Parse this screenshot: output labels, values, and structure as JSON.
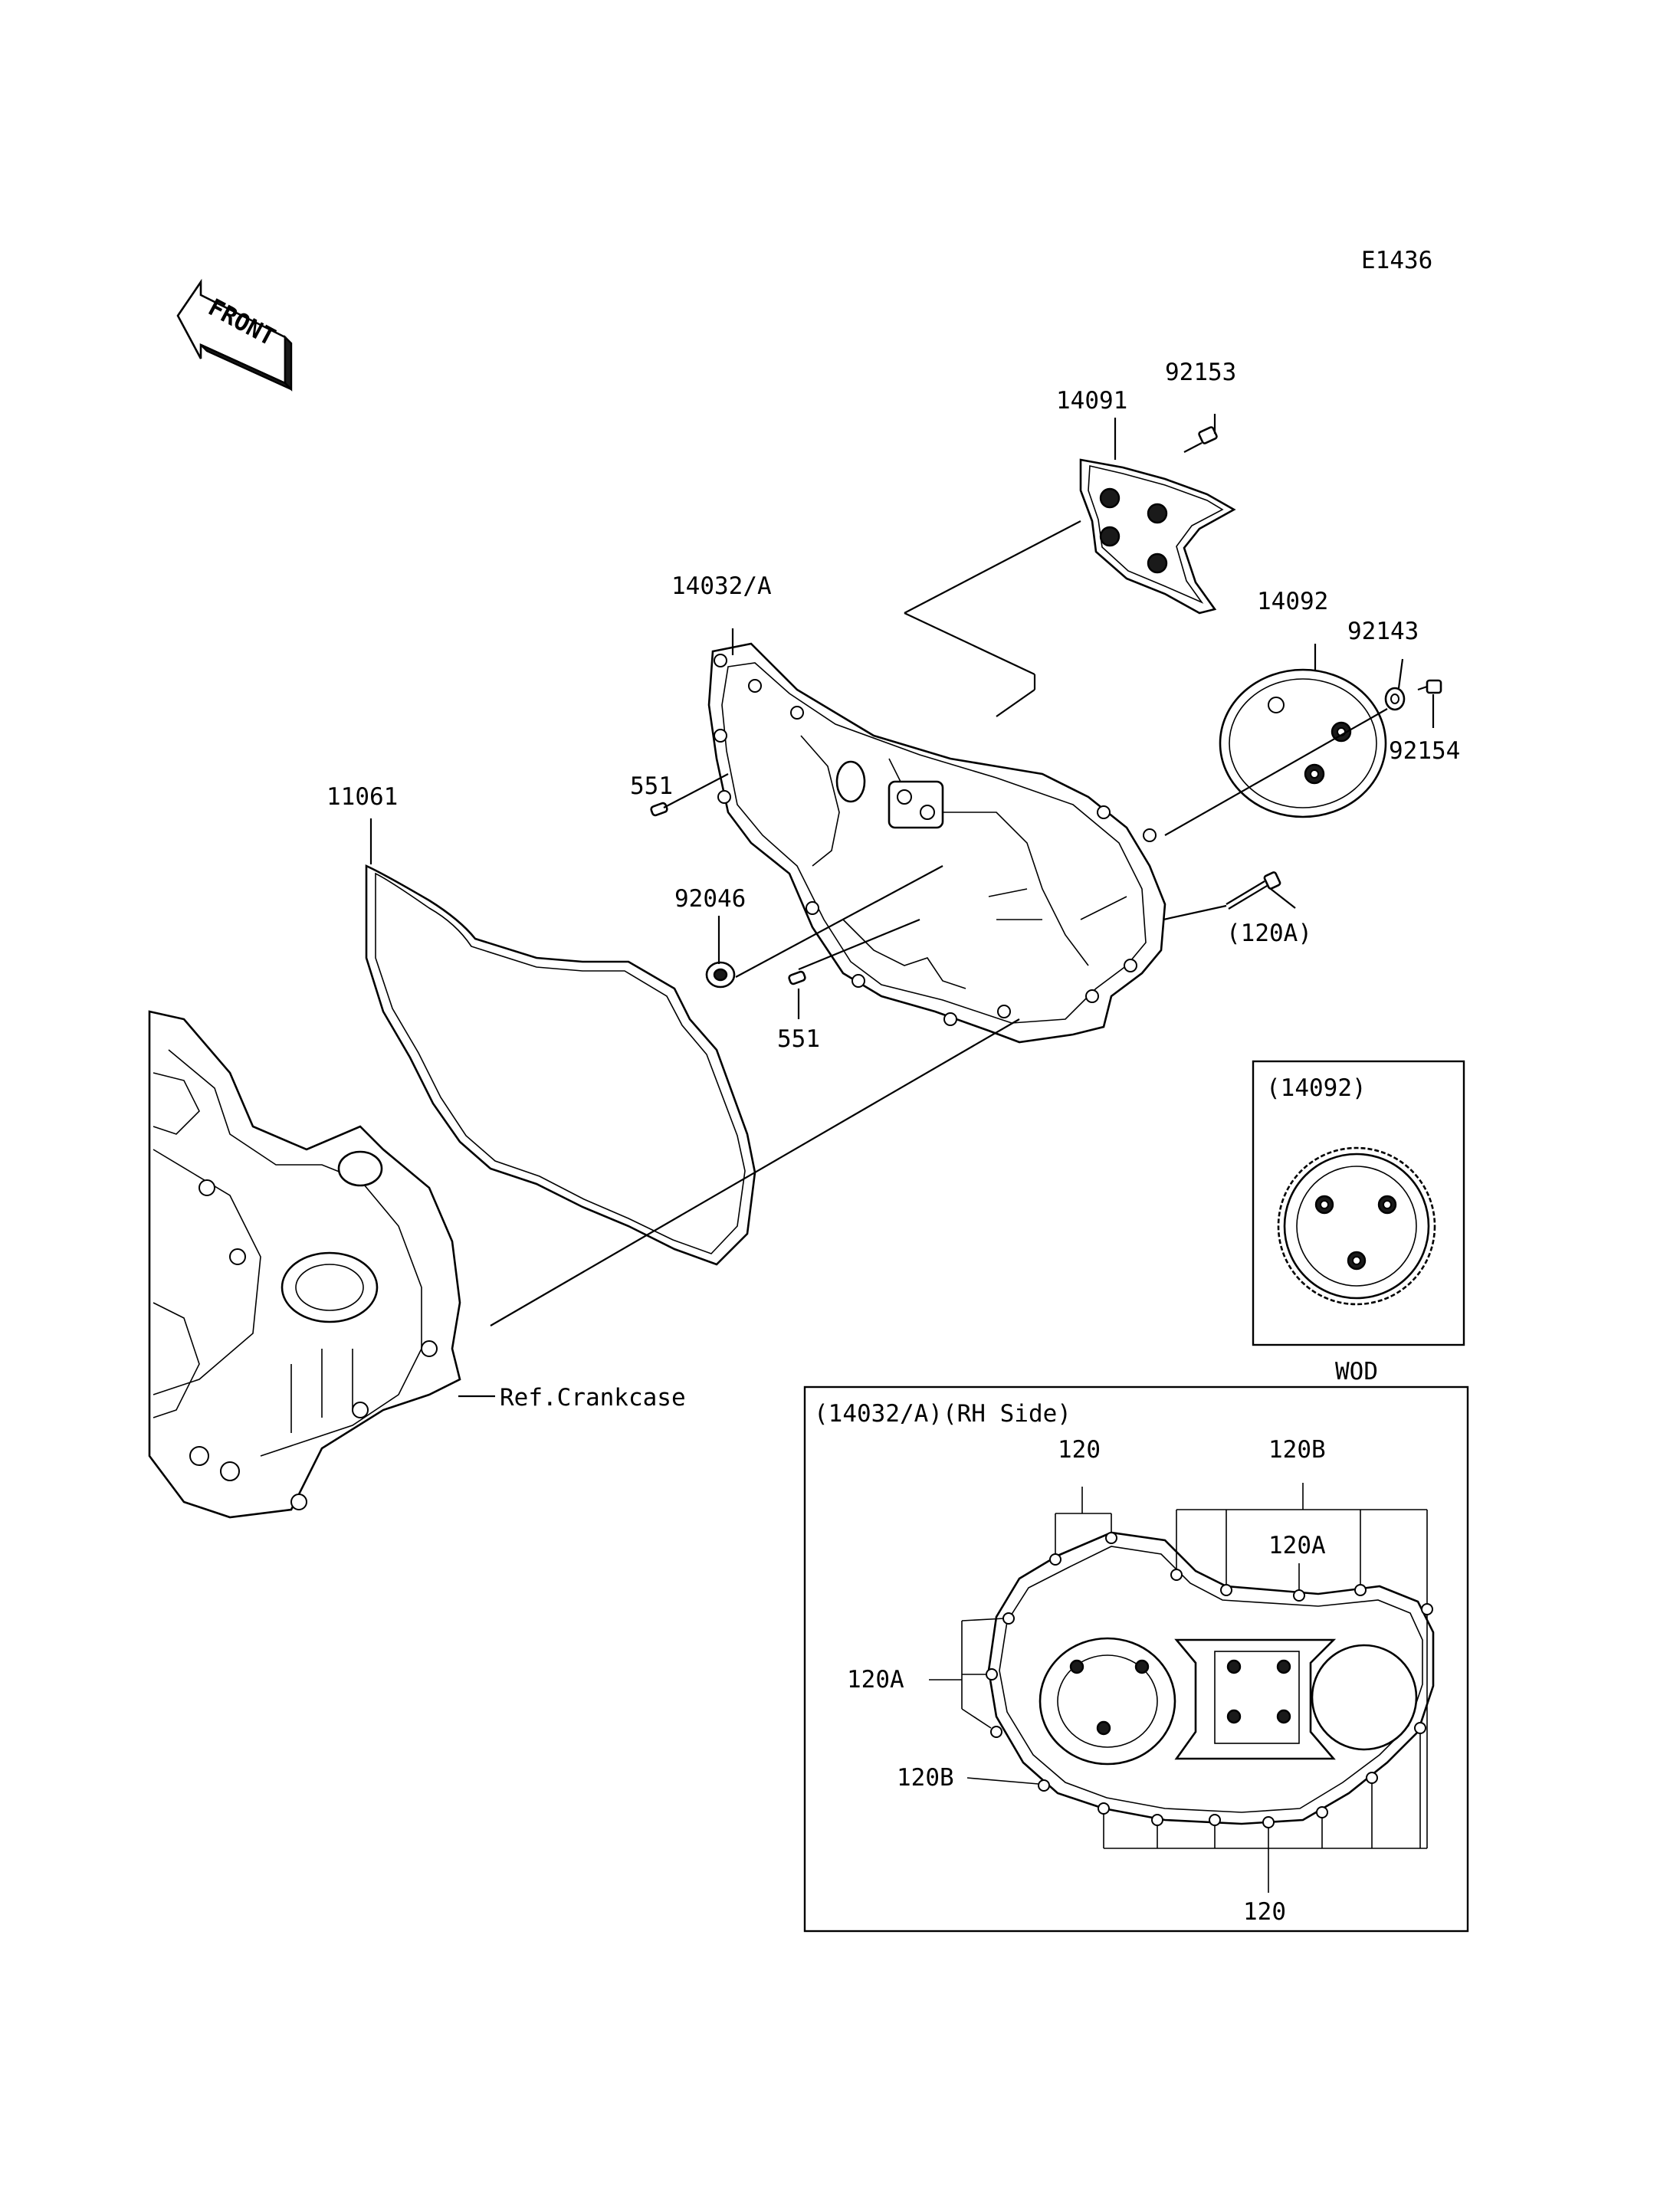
{
  "diagram_code": "E1436",
  "front_arrow_label": "FRONT",
  "labels": {
    "p92153": "92153",
    "p14091": "14091",
    "p14032A": "14032/A",
    "p14092": "14092",
    "p92143": "92143",
    "p92154": "92154",
    "p11061": "11061",
    "p551_top": "551",
    "p551_bottom": "551",
    "p92046": "92046",
    "p120A": "(120A)",
    "ref_crankcase": "Ref.Crankcase"
  },
  "inset_variant": {
    "title": "(14092)",
    "caption": "WOD"
  },
  "inset_rh_side": {
    "title": "(14032/A)(RH Side)",
    "label_120_top": "120",
    "label_120B_top": "120B",
    "label_120A_top": "120A",
    "label_120A_left": "120A",
    "label_120B_left": "120B",
    "label_120_bottom": "120"
  }
}
